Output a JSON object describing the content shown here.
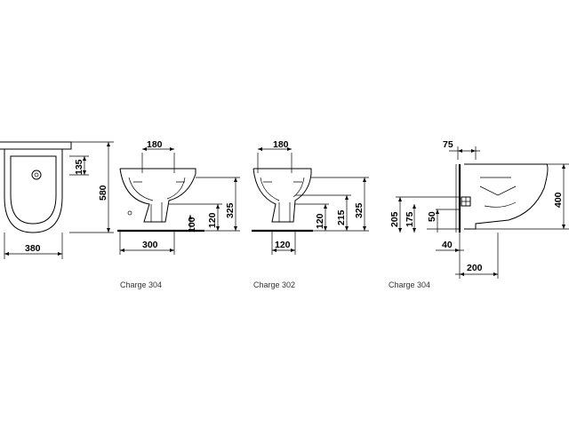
{
  "views": {
    "front": {
      "width": "380",
      "height": "580",
      "tap_offset": "135"
    },
    "side_a": {
      "top_width": "180",
      "bottom_width": "300",
      "height": "325",
      "dim_a": "100",
      "dim_b": "120",
      "caption": "Charge 304"
    },
    "side_b": {
      "top_width": "180",
      "bottom_width": "120",
      "height": "325",
      "dim_a": "120",
      "dim_b": "215",
      "caption": "Charge 302"
    },
    "wall": {
      "top_offset": "75",
      "height": "400",
      "dim_a": "205",
      "dim_b": "175",
      "dim_c": "50",
      "dim_d": "40",
      "depth": "200",
      "caption": "Charge 304"
    }
  },
  "colors": {
    "line": "#000000",
    "background": "#ffffff"
  }
}
